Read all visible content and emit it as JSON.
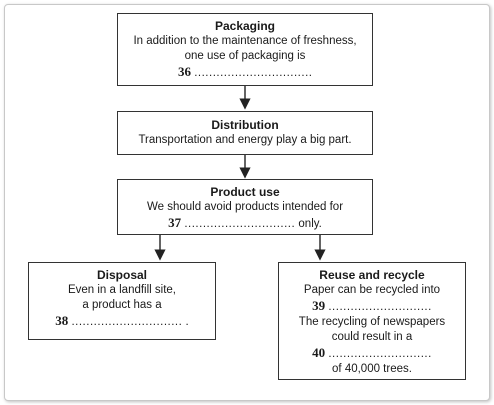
{
  "boxes": {
    "packaging": {
      "title": "Packaging",
      "line1": "In addition to the maintenance of freshness,",
      "line2": "one use of packaging is",
      "num": "36",
      "dots": "...............................",
      "tail": "."
    },
    "distribution": {
      "title": "Distribution",
      "line1": "Transportation and energy play a big part."
    },
    "product_use": {
      "title": "Product use",
      "line1": "We should avoid products intended for",
      "num": "37",
      "dots": "..............................",
      "tail": " only."
    },
    "disposal": {
      "title": "Disposal",
      "line1": "Even in a landfill site,",
      "line2": "a product has a",
      "num": "38",
      "dots": "..............................",
      "tail": " ."
    },
    "reuse": {
      "title": "Reuse and recycle",
      "line1": "Paper can be recycled into",
      "num1": "39",
      "dots1": "............................",
      "line2": "The recycling of newspapers",
      "line3": "could result in a",
      "num2": "40",
      "dots2": "............................",
      "line4": "of 40,000 trees."
    }
  }
}
